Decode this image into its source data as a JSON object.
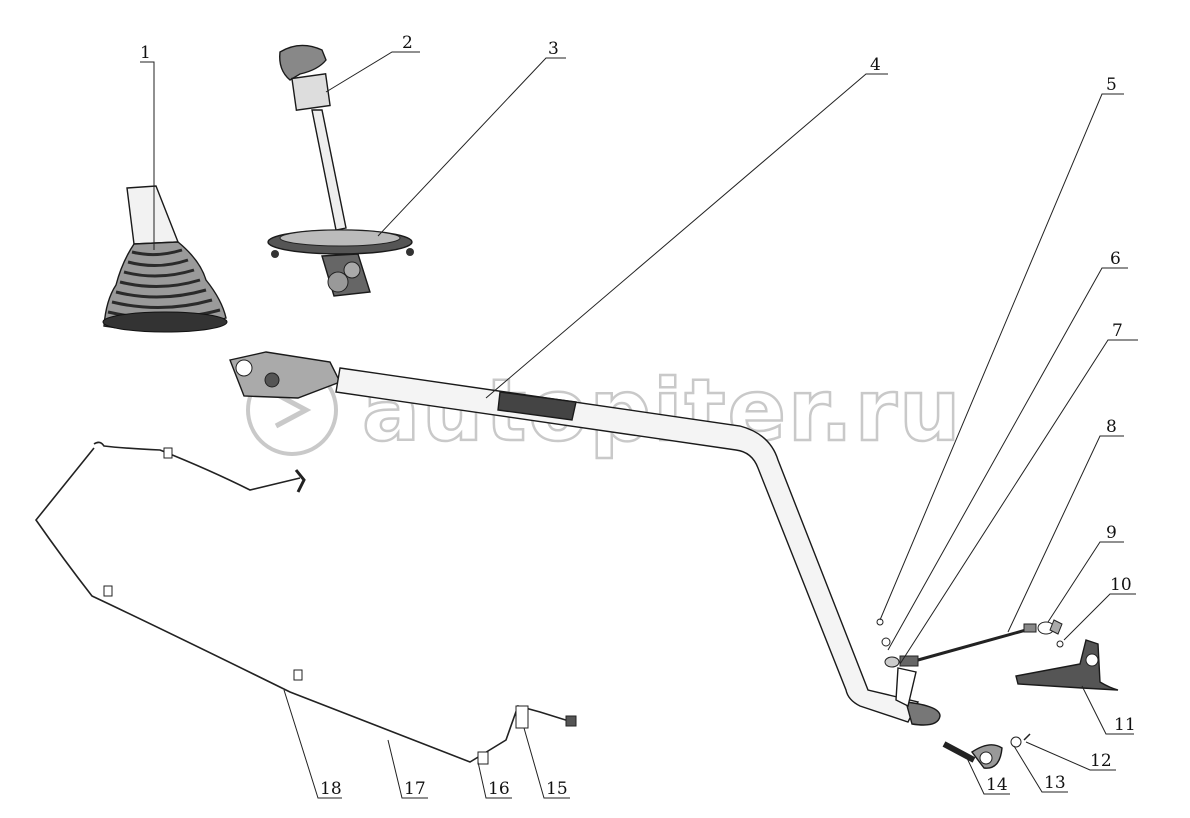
{
  "watermark": {
    "text": "autopiter.ru"
  },
  "callouts": [
    "1",
    "2",
    "3",
    "4",
    "5",
    "6",
    "7",
    "8",
    "9",
    "10",
    "11",
    "12",
    "13",
    "14",
    "15",
    "16",
    "17",
    "18"
  ]
}
